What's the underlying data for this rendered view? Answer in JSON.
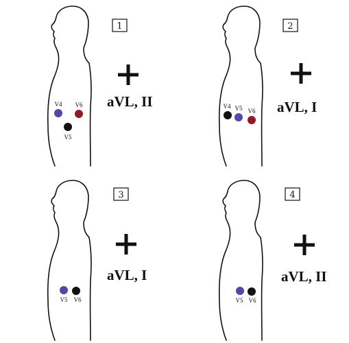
{
  "panels": [
    {
      "number": "1",
      "leads": "aVL, II",
      "electrodes": [
        {
          "label": "V4",
          "color": "#4f4aa3"
        },
        {
          "label": "V6",
          "color": "#8e1a2a"
        },
        {
          "label": "V5",
          "color": "#111111"
        }
      ]
    },
    {
      "number": "2",
      "leads": "aVL, I",
      "electrodes": [
        {
          "label": "V4",
          "color": "#111111"
        },
        {
          "label": "V5",
          "color": "#4f4aa3"
        },
        {
          "label": "V6",
          "color": "#8e1a2a"
        }
      ]
    },
    {
      "number": "3",
      "leads": "aVL, I",
      "electrodes": [
        {
          "label": "V5",
          "color": "#4f4aa3"
        },
        {
          "label": "V6",
          "color": "#111111"
        }
      ]
    },
    {
      "number": "4",
      "leads": "aVL, II",
      "electrodes": [
        {
          "label": "V5",
          "color": "#4f4aa3"
        },
        {
          "label": "V6",
          "color": "#111111"
        }
      ]
    }
  ],
  "plus_symbol": "+"
}
